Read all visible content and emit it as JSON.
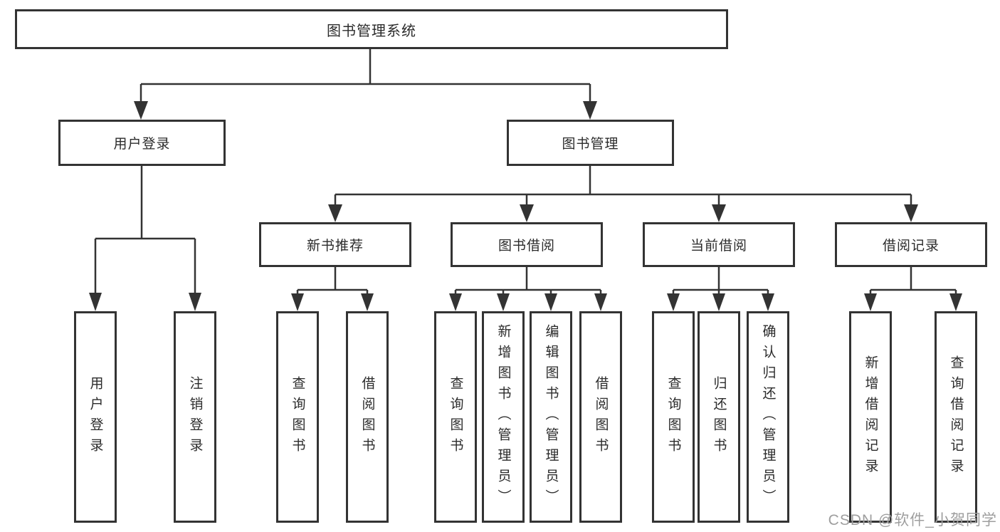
{
  "tree": {
    "label": "图书管理系统",
    "children": [
      {
        "label": "用户登录",
        "children": [
          {
            "label": "用户登录"
          },
          {
            "label": "注销登录"
          }
        ]
      },
      {
        "label": "图书管理",
        "children": [
          {
            "label": "新书推荐",
            "children": [
              {
                "label": "查询图书"
              },
              {
                "label": "借阅图书"
              }
            ]
          },
          {
            "label": "图书借阅",
            "children": [
              {
                "label": "查询图书"
              },
              {
                "label": "新增图书（管理员）"
              },
              {
                "label": "编辑图书（管理员）"
              },
              {
                "label": "借阅图书"
              }
            ]
          },
          {
            "label": "当前借阅",
            "children": [
              {
                "label": "查询图书"
              },
              {
                "label": "归还图书"
              },
              {
                "label": "确认归还（管理员）"
              }
            ]
          },
          {
            "label": "借阅记录",
            "children": [
              {
                "label": "新增借阅记录"
              },
              {
                "label": "查询借阅记录"
              }
            ]
          }
        ]
      }
    ]
  },
  "watermark": {
    "text": "CSDN @软件_小贺同学",
    "color": "#9e9e9e"
  },
  "colors": {
    "line": "#333333",
    "box_border": "#333333",
    "text": "#2b2b2b",
    "background": "#ffffff"
  }
}
